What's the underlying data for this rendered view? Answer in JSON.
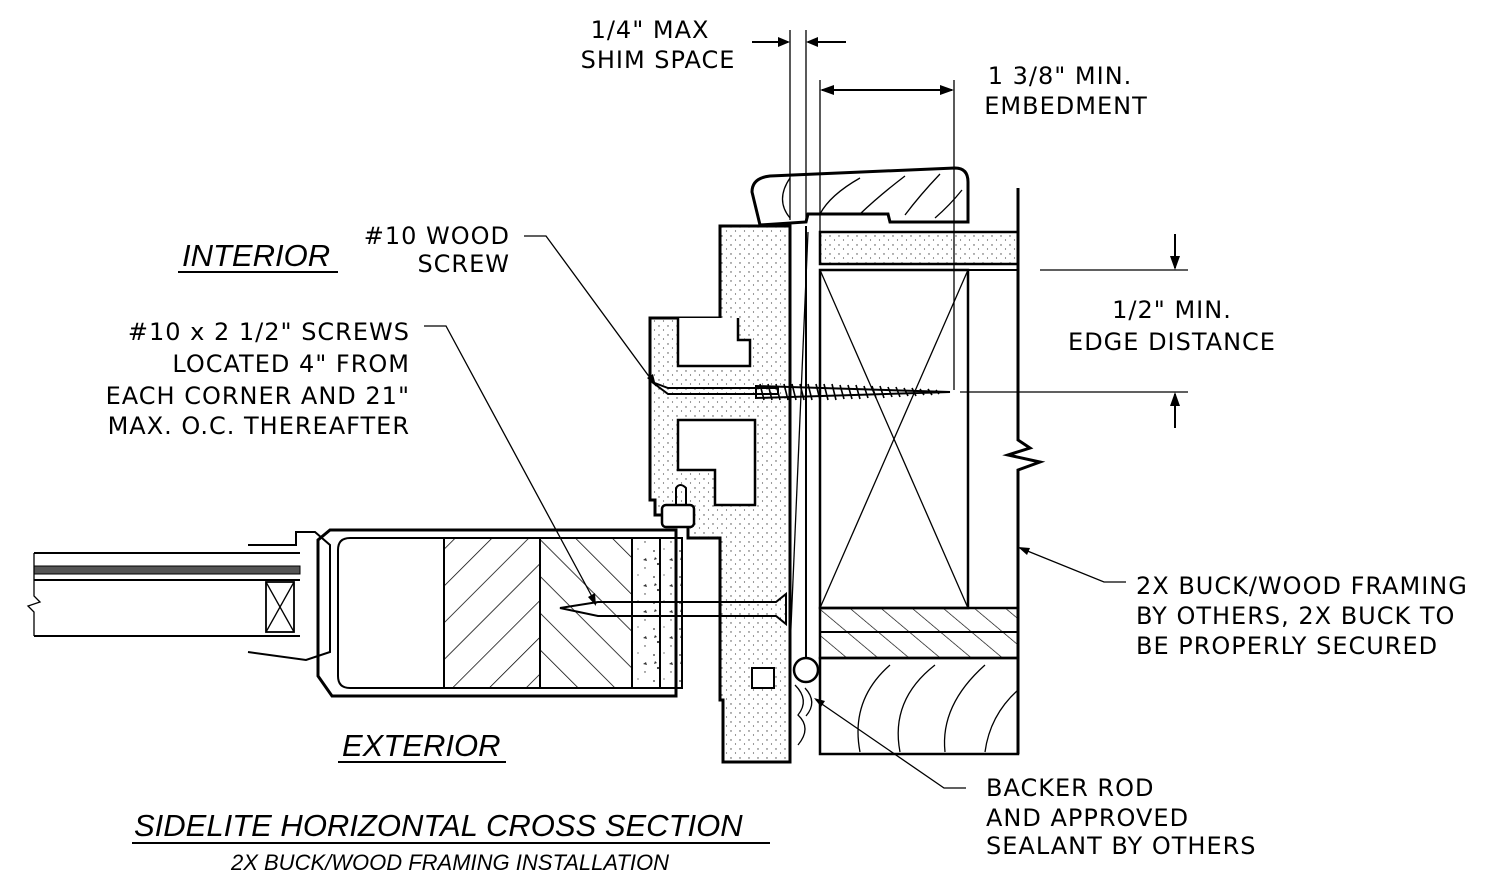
{
  "labels": {
    "shim_space": [
      "1/4\" MAX",
      "SHIM SPACE"
    ],
    "embedment": [
      "1 3/8\" MIN.",
      "EMBEDMENT"
    ],
    "interior": "INTERIOR",
    "exterior": "EXTERIOR",
    "wood_screw": [
      "#10 WOOD",
      "SCREW"
    ],
    "screws_note": [
      "#10 x 2 1/2\" SCREWS",
      "LOCATED 4\" FROM",
      "EACH CORNER AND 21\"",
      "MAX. O.C. THEREAFTER"
    ],
    "edge_distance": [
      "1/2\" MIN.",
      "EDGE DISTANCE"
    ],
    "buck_framing": [
      "2X BUCK/WOOD FRAMING",
      "BY OTHERS, 2X BUCK TO",
      "BE PROPERLY SECURED"
    ],
    "backer_rod": [
      "BACKER ROD",
      "AND APPROVED",
      "SEALANT BY OTHERS"
    ]
  },
  "title": "SIDELITE HORIZONTAL CROSS SECTION",
  "subtitle": "2X BUCK/WOOD FRAMING INSTALLATION"
}
